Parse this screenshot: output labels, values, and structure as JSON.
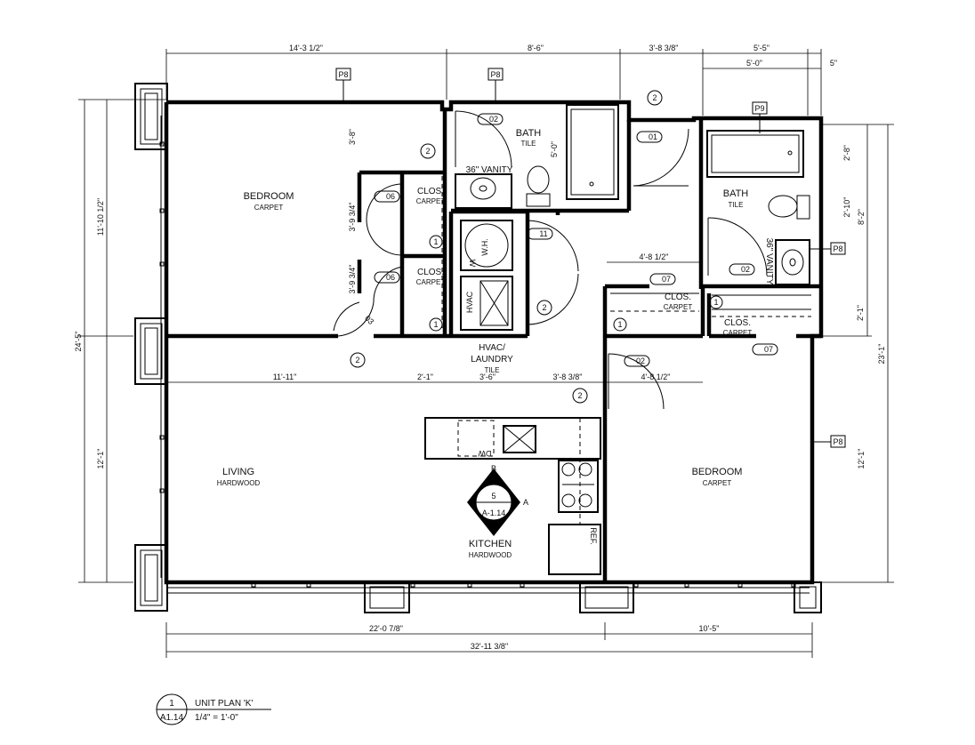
{
  "rooms": {
    "bedroom1": {
      "name": "BEDROOM",
      "finish": "CARPET"
    },
    "bath1": {
      "name": "BATH",
      "finish": "TILE"
    },
    "vanity1": "36\" VANITY",
    "clos_a": {
      "name": "CLOS.",
      "finish": "CARPET"
    },
    "clos_b": {
      "name": "CLOS.",
      "finish": "CARPET"
    },
    "clos_c": {
      "name": "CLOS.",
      "finish": "CARPET"
    },
    "clos_d": {
      "name": "CLOS.",
      "finish": "CARPET"
    },
    "bath2": {
      "name": "BATH",
      "finish": "TILE"
    },
    "vanity2": "36\" VANITY",
    "hvac": {
      "name_line1": "HVAC/",
      "name_line2": "LAUNDRY",
      "finish": "TILE"
    },
    "living": {
      "name": "LIVING",
      "finish": "HARDWOOD"
    },
    "kitchen": {
      "name": "KITCHEN",
      "finish": "HARDWOOD"
    },
    "bedroom2": {
      "name": "BEDROOM",
      "finish": "CARPET"
    }
  },
  "equipment": {
    "wh": "W.H.",
    "hvac": "HVAC",
    "w": "W",
    "dw": "DW",
    "ref": "REF."
  },
  "tags": {
    "p8a": "P8",
    "p8b": "P8",
    "p8c": "P8",
    "p8d": "P8",
    "p9": "P9",
    "r02a": "02",
    "r01": "01",
    "r06a": "06",
    "r06b": "06",
    "r11": "11",
    "r07a": "07",
    "r07b": "07",
    "r02b": "02",
    "r02c": "02",
    "r03": "03",
    "door2": "2",
    "one": "1"
  },
  "dimensions": {
    "top": [
      "14'-3 1/2\"",
      "8'-6\"",
      "3'-8 3/8\"",
      "5'-5\""
    ],
    "top2": [
      "5'-0\"",
      "5\""
    ],
    "left_outer": "24'-5\"",
    "left_inner": [
      "11'-10 1/2\"",
      "12'-1\""
    ],
    "right_outer": "23'-1\"",
    "right_inner": [
      "8'-2\"",
      "12'-1\""
    ],
    "bath2": [
      "2'-8\"",
      "2'-10\""
    ],
    "clos_right": "2'-1\"",
    "interior_v": [
      "3'-8\"",
      "3'-9 3/4\"",
      "3'-9 3/4\"",
      "5'-0\""
    ],
    "mid_row": [
      "11'-11\"",
      "2'-1\"",
      "3'-6\"",
      "3'-8 3/8\"",
      "4'-8 1/2\""
    ],
    "clos_width": "4'-8 1/2\"",
    "bottom": [
      "22'-0 7/8\"",
      "10'-5\""
    ],
    "bottom_total": "32'-11 3/8\""
  },
  "section_marker": {
    "letter_b": "B",
    "letter_a": "A",
    "num": "5",
    "sheet": "A-1.14"
  },
  "title_block": {
    "num": "1",
    "sheet": "A1.14",
    "title": "UNIT PLAN 'K'",
    "scale": "1/4\" = 1'-0\""
  }
}
